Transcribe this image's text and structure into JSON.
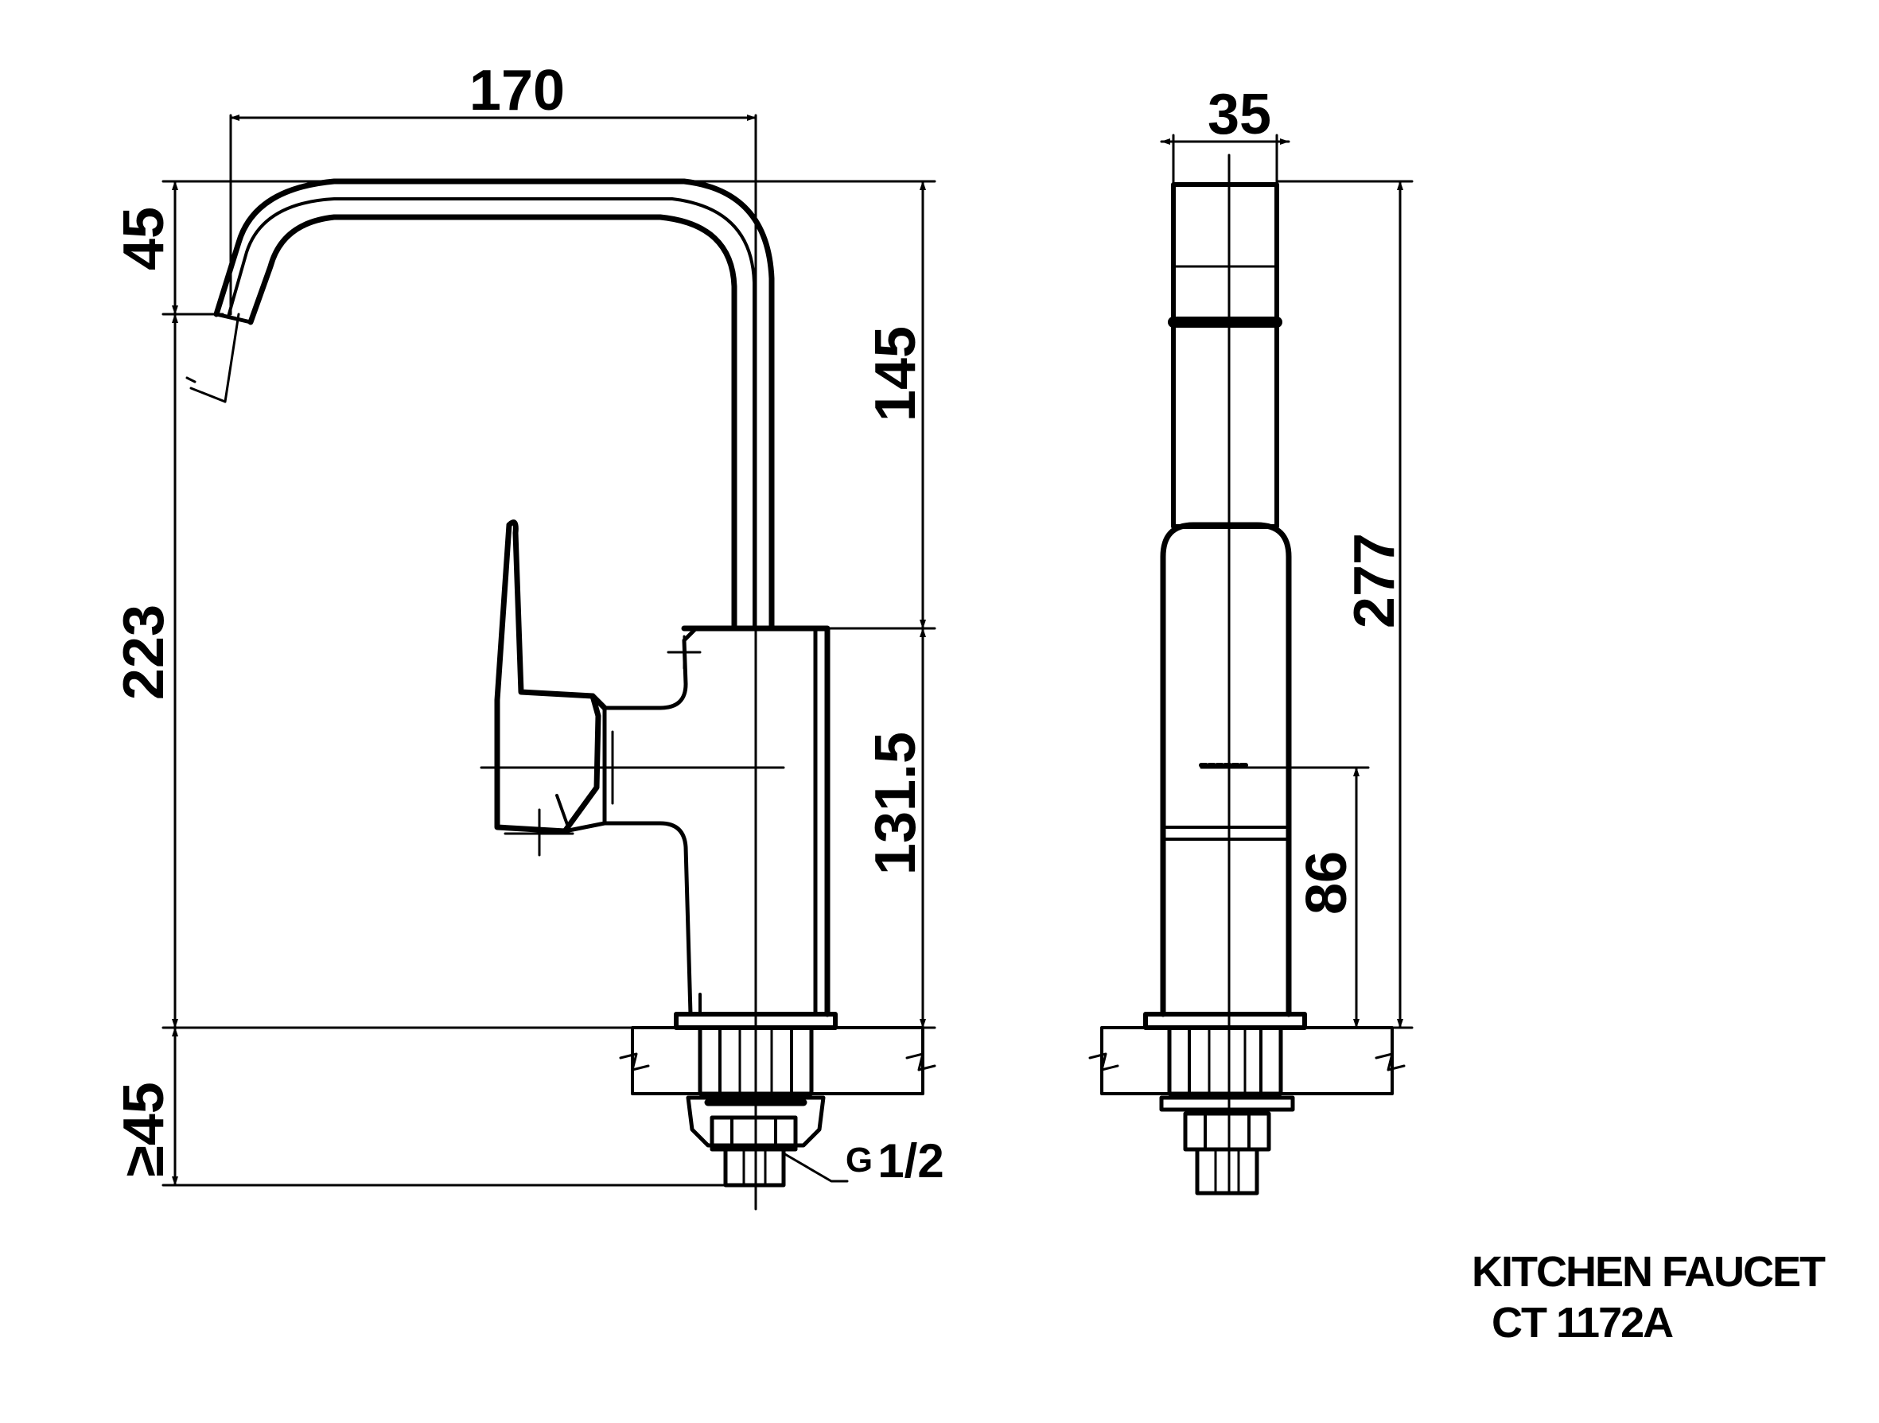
{
  "title": {
    "line1": "KITCHEN FAUCET",
    "line2": "CT 1172A"
  },
  "front_view": {
    "dim_spout_reach": "170",
    "dim_spout_drop": "45",
    "dim_total_height": "223",
    "dim_spout_height": "145",
    "dim_body_height": "131.5",
    "dim_under_counter": "≥45",
    "thread_label_g": "G",
    "thread_label_fraction": "1/2"
  },
  "side_view": {
    "dim_width": "35",
    "dim_total_height": "277",
    "dim_handle_axis": "86"
  }
}
